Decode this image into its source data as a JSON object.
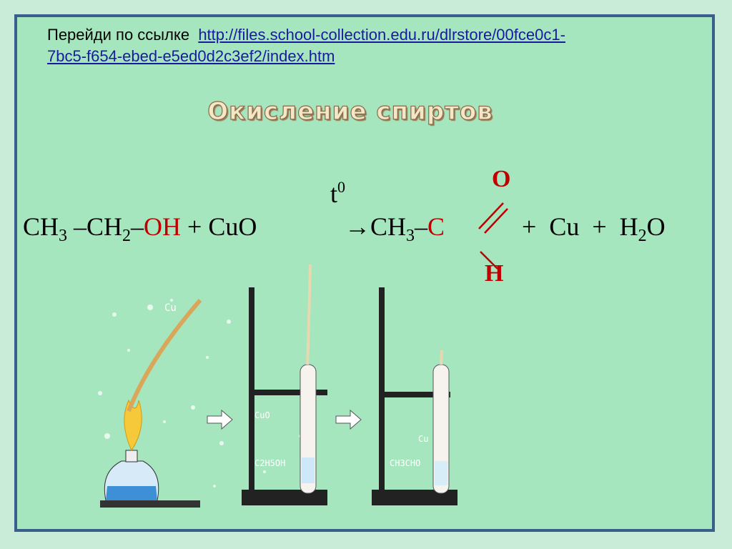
{
  "intro": {
    "prefix": "Перейди по ссылке",
    "link_line1": "http://files.school-collection.edu.ru/dlrstore/00fce0c1-",
    "link_line2": "7bc5-f654-ebed-e5ed0d2c3ef2/index.htm"
  },
  "title": "Окисление  спиртов",
  "equation": {
    "ch": "CH",
    "sub3": "3",
    "sub2": "2",
    "dash": "–",
    "oh": "OH",
    "plus_cuo": " + CuO",
    "arrow": "→",
    "carbon": "C",
    "plus": "+",
    "cu": "Cu",
    "h": "H",
    "o": "O",
    "t": "t",
    "sup0": "0"
  },
  "labels": {
    "cu_wire": "Cu",
    "cuo": "CuO",
    "c2h5oh": "C2H5OH",
    "cu_tube": "Cu",
    "ch3cho": "CH3CHO"
  },
  "colors": {
    "slide_bg": "#a5e6be",
    "frame": "#3a5f8c",
    "highlight": "#c00000",
    "link": "#1a1aa0"
  }
}
